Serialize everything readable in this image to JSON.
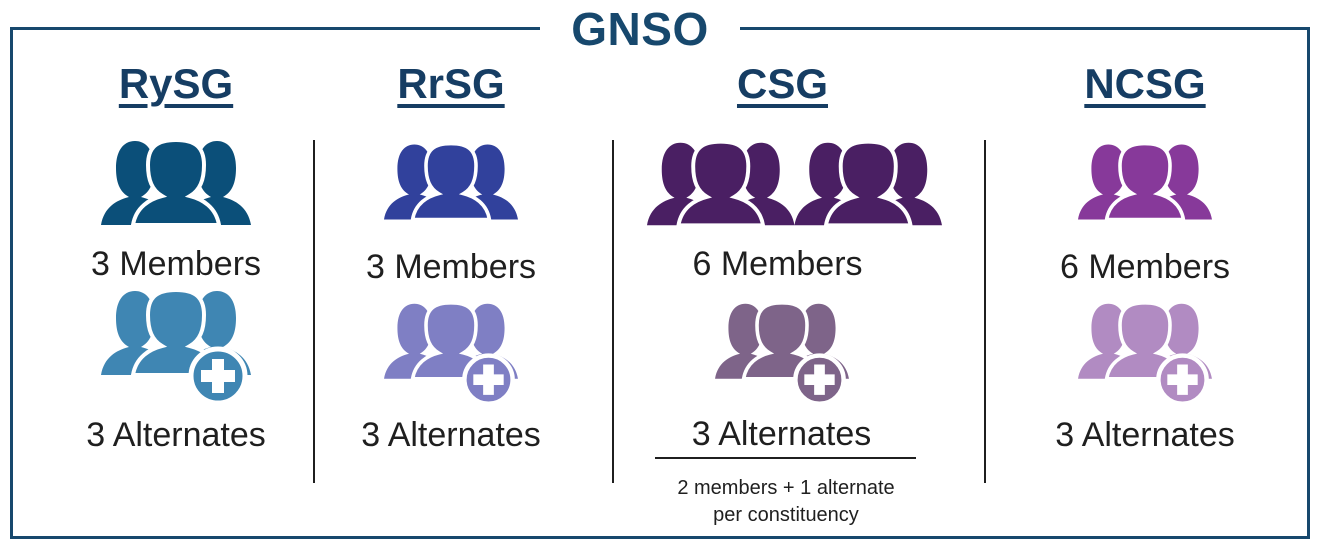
{
  "title": "GNSO",
  "groups": [
    {
      "name": "RySG",
      "members_label": "3 Members",
      "alternates_label": "3 Alternates",
      "member_color": "#0b4f79",
      "alternate_color": "#3f86b3"
    },
    {
      "name": "RrSG",
      "members_label": "3 Members",
      "alternates_label": "3 Alternates",
      "member_color": "#31419c",
      "alternate_color": "#7f7fc4"
    },
    {
      "name": "CSG",
      "members_label": "6 Members",
      "alternates_label": "3 Alternates",
      "member_color": "#4a1f63",
      "alternate_color": "#7e6489",
      "note_line_1": "2 members + 1 alternate",
      "note_line_2": "per constituency"
    },
    {
      "name": "NCSG",
      "members_label": "6 Members",
      "alternates_label": "3 Alternates",
      "member_color": "#87399a",
      "alternate_color": "#b18bc2"
    }
  ],
  "icons": {
    "members": "people-group-icon",
    "alternates": "people-group-plus-icon"
  },
  "frame_color": "#17486d"
}
